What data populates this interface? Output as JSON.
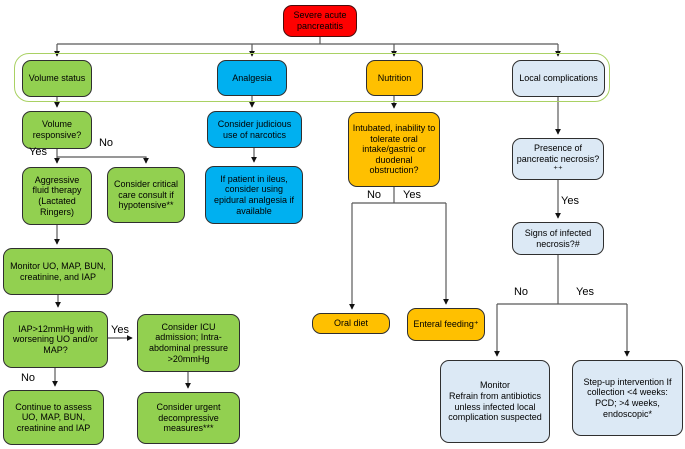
{
  "root": {
    "label": "Severe acute pancreatitis"
  },
  "colors": {
    "red": "#FF0000",
    "green": "#92D050",
    "blue": "#00B0F0",
    "yellow": "#FFC000",
    "lightblue": "#DCE9F5",
    "outline": "#A9D163"
  },
  "volume_branch": {
    "header": "Volume status",
    "volume_responsive": "Volume responsive?",
    "aggressive_fluid": "Aggressive fluid therapy (Lactated Ringers)",
    "critical_care": "Consider critical care consult if hypotensive**",
    "monitor": "Monitor UO, MAP, BUN, creatinine, and IAP",
    "iap_question": "IAP>12mmHg with worsening UO and/or MAP?",
    "icu_admission": "Consider ICU admission; Intra-abdominal pressure >20mmHg",
    "continue_assess": "Continue to assess UO, MAP, BUN, creatinine and IAP",
    "urgent_decompressive": "Consider urgent decompressive measures***"
  },
  "analgesia_branch": {
    "header": "Analgesia",
    "narcotics": "Consider judicious use of narcotics",
    "epidural": "If patient in ileus, consider using epidural analgesia if available"
  },
  "nutrition_branch": {
    "header": "Nutrition",
    "intubated_question": "Intubated, inability to tolerate oral intake/gastric or duodenal obstruction?",
    "oral_diet": "Oral diet",
    "enteral_feeding": "Enteral feeding⁺"
  },
  "local_branch": {
    "header": "Local complications",
    "necrosis_question": "Presence of pancreatic necrosis?⁺⁺",
    "infected_question": "Signs of infected necrosis?#",
    "monitor_refrain": "Monitor\nRefrain from antibiotics unless infected local complication suspected",
    "stepup_intervention": "Step-up intervention If collection <4 weeks: PCD; >4 weeks, endoscopic*"
  },
  "edge_labels": {
    "yes": "Yes",
    "no": "No"
  }
}
